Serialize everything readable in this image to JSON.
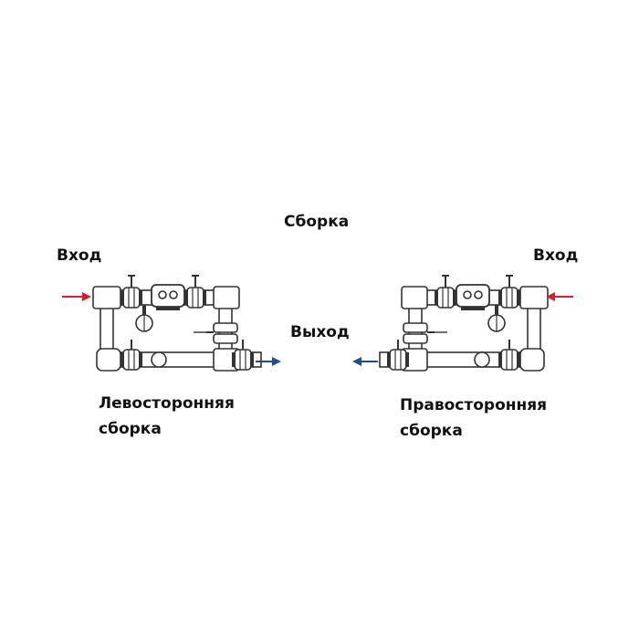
{
  "title": "Сборка",
  "left": {
    "inlet_label": "Вход",
    "outlet_label": "Выход",
    "caption_line1": "Левосторонняя",
    "caption_line2": "сборка"
  },
  "right": {
    "inlet_label": "Вход",
    "caption_line1": "Правосторонняя",
    "caption_line2": "сборка"
  },
  "colors": {
    "inlet_arrow": "#d32030",
    "outlet_arrow": "#1f4e8c",
    "pipe_stroke": "#333333",
    "pipe_fill": "#ffffff"
  }
}
